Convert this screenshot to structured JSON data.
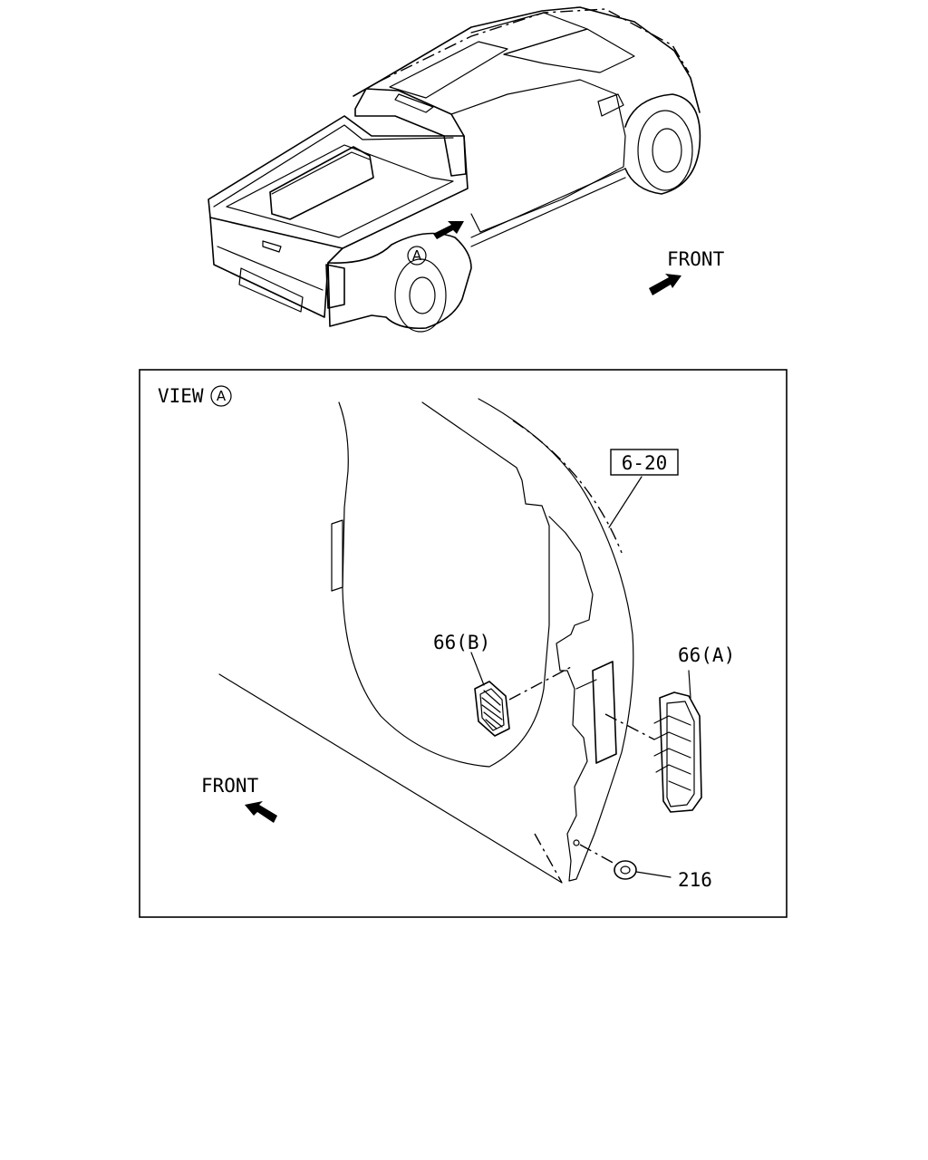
{
  "overview": {
    "front_label": "FRONT",
    "view_marker": "A"
  },
  "detail_view": {
    "title_prefix": "VIEW",
    "view_marker": "A",
    "front_label": "FRONT",
    "callouts": {
      "ref_6_20": "6-20",
      "part_66b": "66(B)",
      "part_66a": "66(A)",
      "part_216": "216"
    }
  },
  "icons": [
    "truck-illustration",
    "direction-arrow-icon",
    "vent-grille",
    "grommet"
  ]
}
